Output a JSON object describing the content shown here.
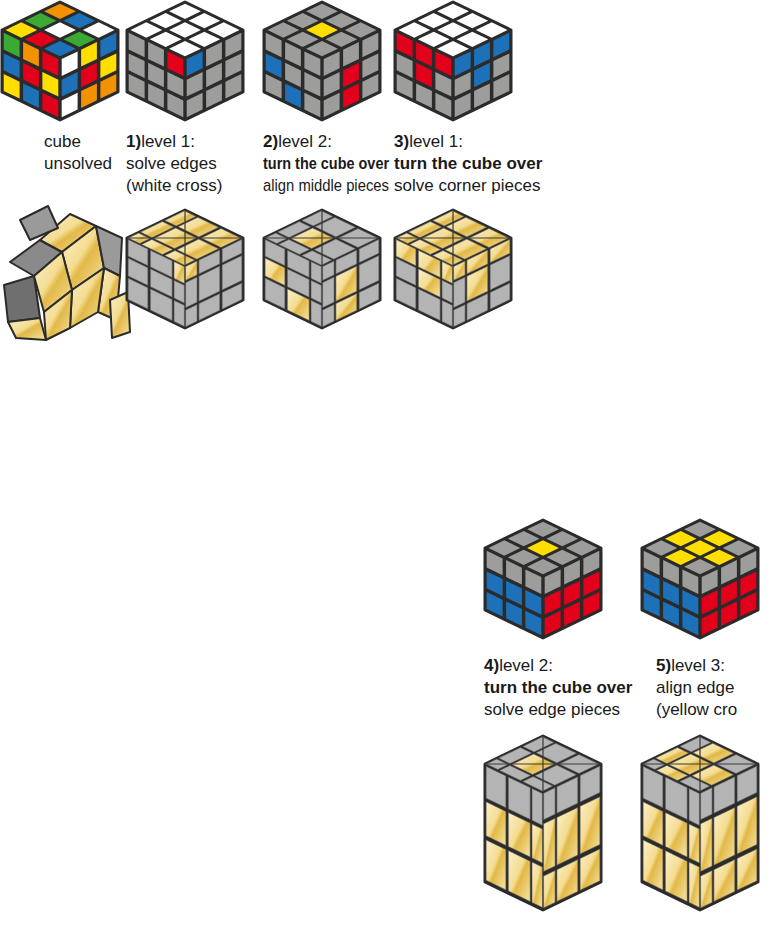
{
  "diagram": {
    "labels": [
      "cube",
      "unsolved",
      "1)",
      "level 1:",
      "solve edges",
      "(white cross)",
      "2)",
      "level 2:",
      "turn the cube over",
      "align middle pieces",
      "3)",
      "level 1:",
      "turn the cube over",
      "solve corner pieces",
      "4)",
      "level 2:",
      "turn the cube over",
      "solve edge pieces",
      "5)",
      "level 3:",
      "align edge",
      "(yellow cro"
    ]
  }
}
